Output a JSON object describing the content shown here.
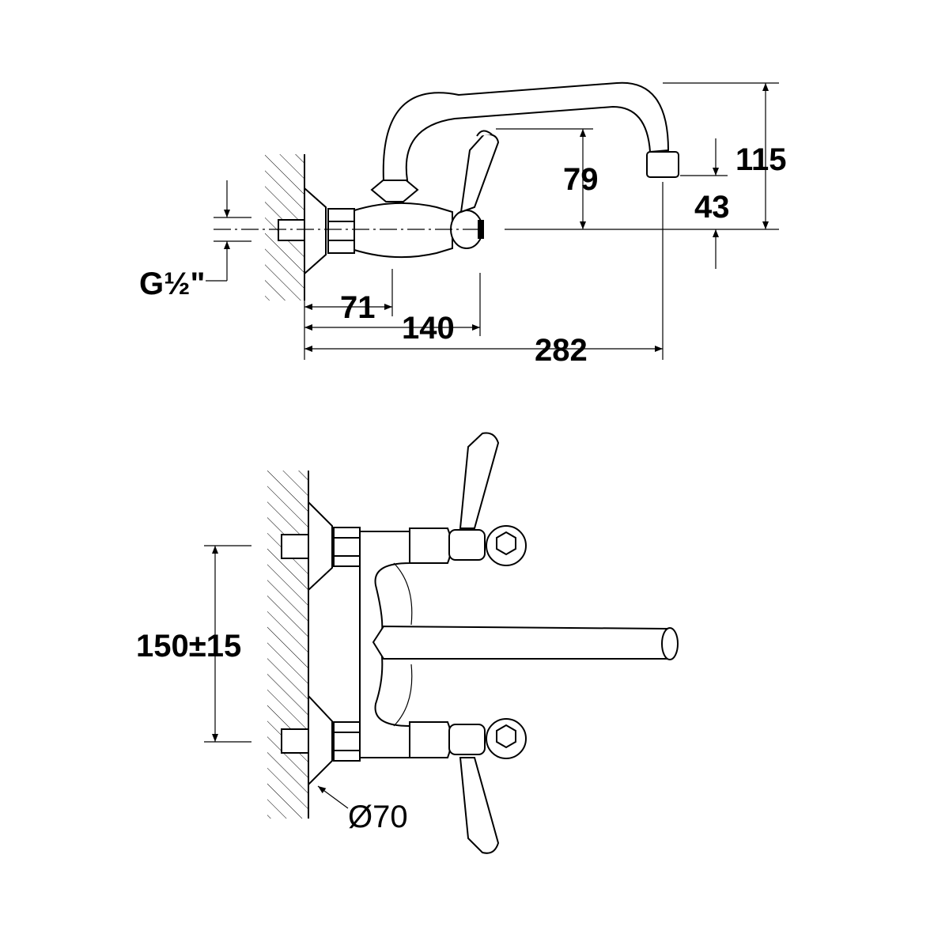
{
  "title": "Wall-mounted mixer tap dimension drawing",
  "side_view": {
    "thread": "G½\"",
    "dim_71": "71",
    "dim_140": "140",
    "dim_282": "282",
    "dim_79": "79",
    "dim_43": "43",
    "dim_115": "115"
  },
  "top_view": {
    "dim_centers": "150±15",
    "dim_escutcheon": "Ø70"
  }
}
